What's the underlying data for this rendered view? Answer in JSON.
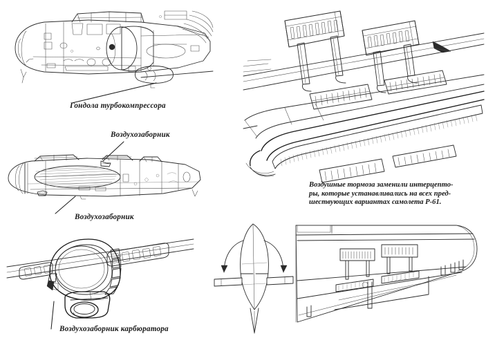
{
  "page": {
    "background_color": "#ffffff",
    "ink_color": "#2b2b2b",
    "subject": "P-61 Black Widow technical line drawings"
  },
  "figures": {
    "turbo_nacelle_side": {
      "name": "fuselage-side-view-upper",
      "caption": "Гондола турбокомпрессора"
    },
    "fuselage_intake_side": {
      "name": "fuselage-side-view-lower",
      "caption_upper": "Воздухозаборник",
      "caption_lower": "Воздухозаборник"
    },
    "carburetor_scoop": {
      "name": "engine-cowling-front-view",
      "caption": "Воздухозаборник карбюратора"
    },
    "airbrake_perspective": {
      "name": "airbrake-deployed-perspective",
      "caption_lines": [
        "Воздушные тормоза заменили интерцепто-",
        "ры, которые устанавливались на всех пред-",
        "шествующих вариантах самолета P-61."
      ]
    },
    "airfoil_section": {
      "name": "wing-airfoil-cross-section"
    },
    "wing_planform": {
      "name": "wing-planform-airbrakes"
    }
  }
}
